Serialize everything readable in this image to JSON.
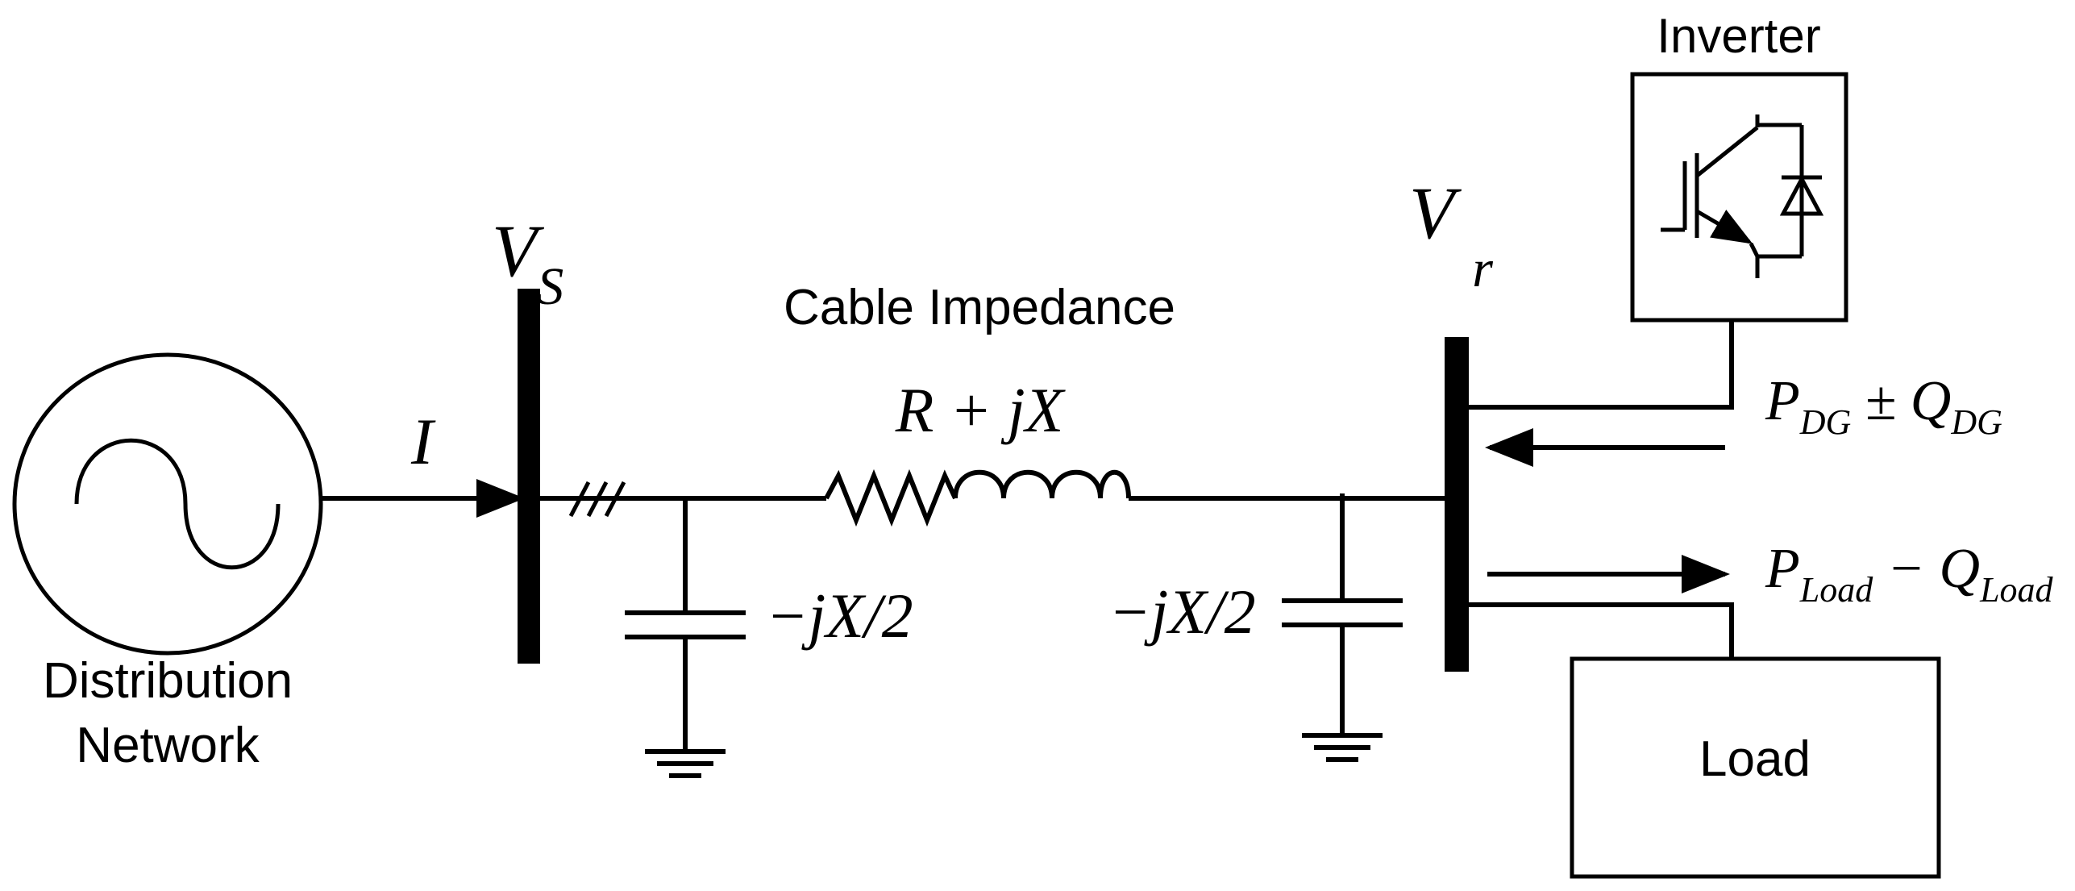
{
  "labels": {
    "source_name_line1": "Distribution",
    "source_name_line2": "Network",
    "current": "I",
    "vs_main": "V",
    "vs_sub": "S",
    "vr_main": "V",
    "vr_sub": "r",
    "cable_title": "Cable Impedance",
    "impedance": "R + jX",
    "shunt_left": "−jX/2",
    "shunt_right": "−jX/2",
    "inverter": "Inverter",
    "load": "Load",
    "pdg_p": "P",
    "pdg_p_sub": "DG",
    "pdg_op": " ± ",
    "pdg_q": "Q",
    "pdg_q_sub": "DG",
    "pload_p": "P",
    "pload_p_sub": "Load",
    "pload_op": " − ",
    "pload_q": "Q",
    "pload_q_sub": "Load"
  }
}
